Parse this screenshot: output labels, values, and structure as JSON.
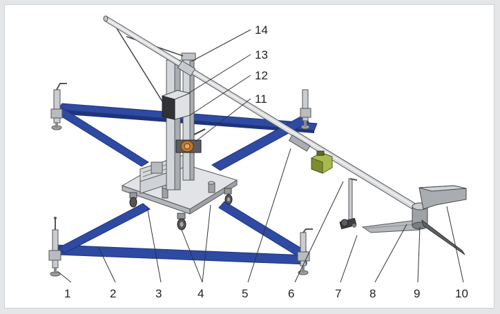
{
  "figure": {
    "callouts": [
      {
        "id": "c1",
        "label": "1"
      },
      {
        "id": "c2",
        "label": "2"
      },
      {
        "id": "c3",
        "label": "3"
      },
      {
        "id": "c4",
        "label": "4"
      },
      {
        "id": "c5",
        "label": "5"
      },
      {
        "id": "c6",
        "label": "6"
      },
      {
        "id": "c7",
        "label": "7"
      },
      {
        "id": "c8",
        "label": "8"
      },
      {
        "id": "c9",
        "label": "9"
      },
      {
        "id": "c10",
        "label": "10"
      },
      {
        "id": "c11",
        "label": "11"
      },
      {
        "id": "c12",
        "label": "12"
      },
      {
        "id": "c13",
        "label": "13"
      },
      {
        "id": "c14",
        "label": "14"
      }
    ]
  },
  "colors": {
    "frame_beam": "#2e4aa3",
    "frame_beam_dark": "#1e347c",
    "metal_light": "#d9dbde",
    "metal_mid": "#a9adb2",
    "metal_dark": "#5d6166",
    "accent_green": "#8fa84a",
    "accent_orange": "#c2782d"
  }
}
